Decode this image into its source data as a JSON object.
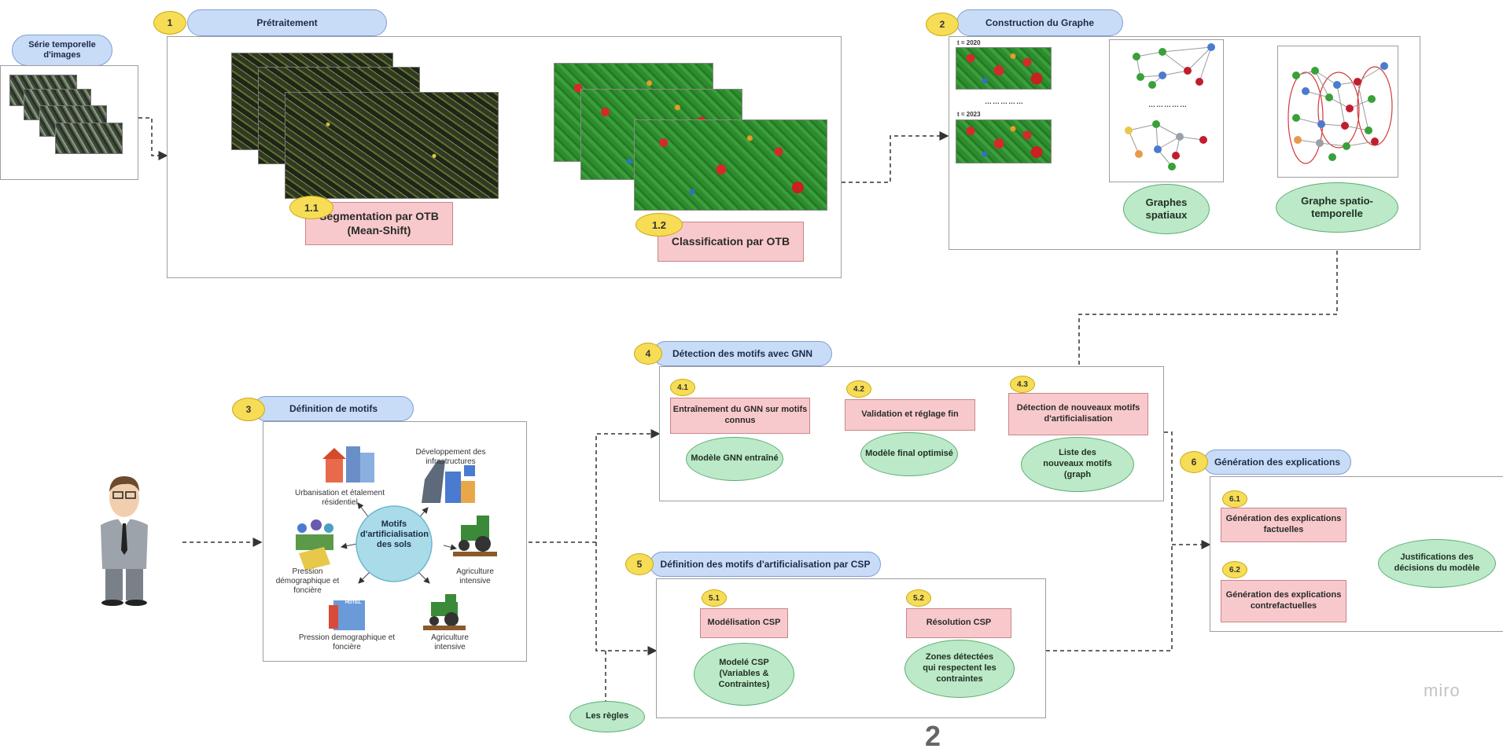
{
  "stage1": {
    "number": "1",
    "title": "Prétraitement",
    "sub1_number": "1.1",
    "sub1_label": "Segmentation par OTB (Mean-Shift)",
    "sub2_number": "1.2",
    "sub2_label": "Classification par OTB"
  },
  "input": {
    "title": "Série temporelle d'images"
  },
  "stage2": {
    "number": "2",
    "title": "Construction du Graphe",
    "t_start": "t = 2020",
    "t_end": "t = 2023",
    "dots": "……………",
    "dots_graph": "……………",
    "spatial_label": "Graphes spatiaux",
    "spatiotemporal_label": "Graphe spatio-temporelle"
  },
  "stage3": {
    "number": "3",
    "title": "Définition de motifs",
    "center": "Motifs d'artificialisation des sols",
    "items": [
      "Développement des infrastructures",
      "Urbanisation et étalement résidentiel",
      "Pression démographique et foncière",
      "Agriculture intensive",
      "Pression demographique et foncière",
      "Agriculture intensive"
    ],
    "hotel_sign": "HOTEL"
  },
  "stage4": {
    "number": "4",
    "title": "Détection des motifs avec GNN",
    "steps": [
      {
        "number": "4.1",
        "label": "Entraînement du GNN sur motifs connus",
        "output": "Modèle GNN entraîné"
      },
      {
        "number": "4.2",
        "label": "Validation et réglage fin",
        "output": "Modèle final optimisé"
      },
      {
        "number": "4.3",
        "label": "Détection de nouveaux motifs d'artificialisation",
        "output": "Liste des nouveaux motifs (graph"
      }
    ]
  },
  "stage5": {
    "number": "5",
    "title": "Définition des motifs d'artificialisation par CSP",
    "steps": [
      {
        "number": "5.1",
        "label": "Modélisation CSP",
        "output": "Modelé CSP (Variables & Contraintes)"
      },
      {
        "number": "5.2",
        "label": "Résolution CSP",
        "output": "Zones détectées qui respectent les contraintes"
      }
    ],
    "rules": "Les règles"
  },
  "stage6": {
    "number": "6",
    "title": "Génération des explications",
    "steps": [
      {
        "number": "6.1",
        "label": "Génération des explications factuelles"
      },
      {
        "number": "6.2",
        "label": "Génération des explications contrefactuelles"
      }
    ],
    "result": "Justifications des décisions du modèle"
  },
  "page_number": "2",
  "watermark": "miro"
}
